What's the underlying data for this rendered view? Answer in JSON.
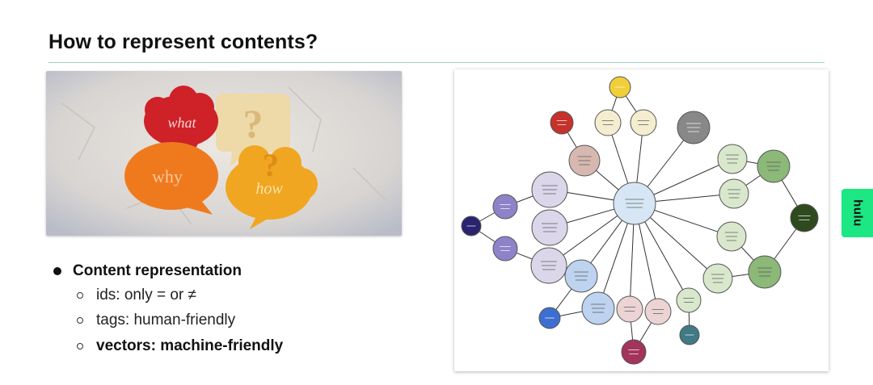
{
  "slide": {
    "title": "How to represent contents?"
  },
  "photo": {
    "bubble_words": [
      "what",
      "?",
      "why",
      "how"
    ]
  },
  "bullets": {
    "main": "Content representation",
    "items": [
      {
        "text": "ids: only = or ≠",
        "bold": false
      },
      {
        "text": "tags: human-friendly",
        "bold": false
      },
      {
        "text": "vectors: machine-friendly",
        "bold": true
      }
    ]
  },
  "badge": {
    "label": "hulu",
    "color": "#1ce783"
  },
  "diagram": {
    "node_colors": {
      "center": "#d6e6f5",
      "green": "#d9e8cc",
      "green_dark": "#8cb878",
      "darkgreen": "#2e4a1e",
      "purple_light": "#dcd6ea",
      "purple": "#8e83c8",
      "navy": "#2a2470",
      "blue_light": "#bdd3ef",
      "blue": "#3d6fd1",
      "pink": "#ecd4d4",
      "maroon": "#a3345c",
      "red": "#c6312b",
      "yellow": "#f0cf3a",
      "yellow_light": "#f5edd0",
      "gray": "#888888",
      "teal": "#3f7a86",
      "brown_light": "#d6b8b0"
    }
  }
}
